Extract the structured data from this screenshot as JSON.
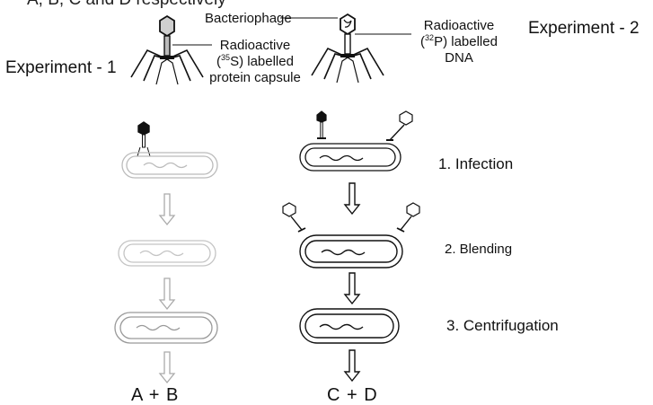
{
  "header_fragment": "A, B, C and D respectively",
  "labels": {
    "experiment_1": "Experiment - 1",
    "experiment_2": "Experiment - 2",
    "bacteriophage": "Bacteriophage",
    "exp1_label": {
      "line1": "Radioactive",
      "isotope_mass": "35",
      "isotope_rest": "S) labelled",
      "line3": "protein capsule"
    },
    "exp2_label": {
      "line1": "Radioactive",
      "isotope_mass": "32",
      "isotope_rest": "P) labelled",
      "line3": "DNA"
    }
  },
  "steps": [
    {
      "label": "1. Infection"
    },
    {
      "label": "2. Blending"
    },
    {
      "label": "3. Centrifugation"
    }
  ],
  "results": {
    "exp1": "A + B",
    "exp2": "C + D"
  }
}
